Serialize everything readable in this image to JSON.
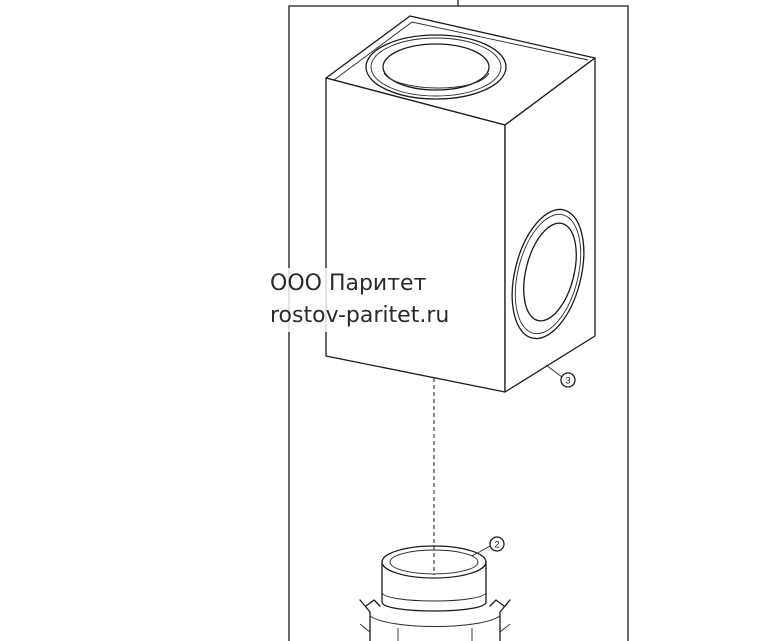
{
  "watermark": {
    "company": "ООО Паритет",
    "website": "rostov-paritet.ru"
  },
  "callouts": {
    "part_3": "3",
    "part_2": "2"
  }
}
